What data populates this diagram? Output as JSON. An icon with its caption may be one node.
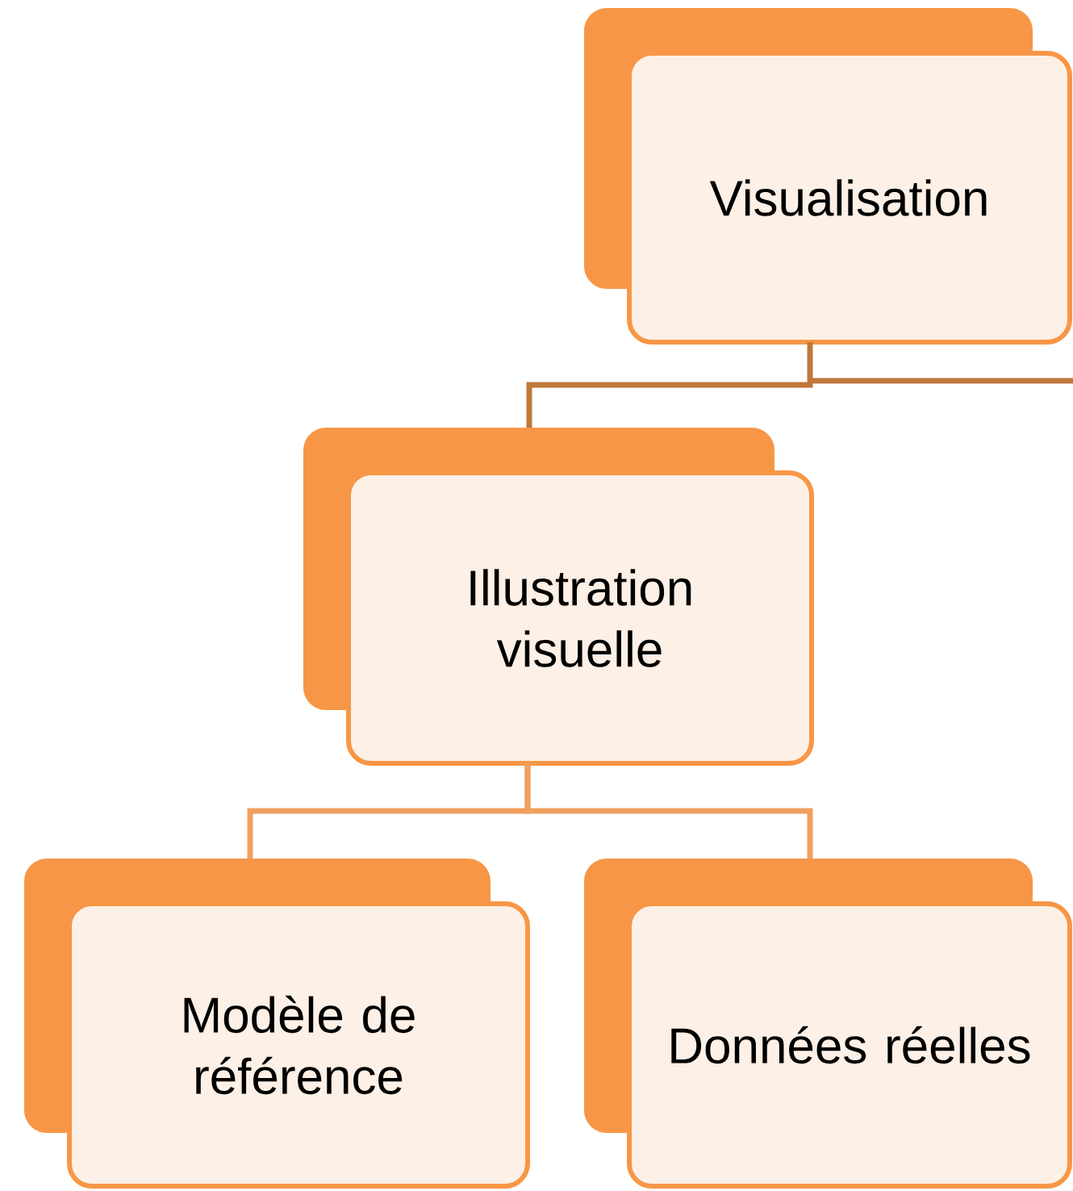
{
  "diagram": {
    "nodes": [
      {
        "text": [
          "Visualisation"
        ]
      },
      {
        "text": [
          "Illustration visuelle"
        ]
      },
      {
        "text": [
          "Modèle de référence"
        ]
      },
      {
        "text": [
          "Données réelles"
        ]
      }
    ],
    "edges": [
      {
        "from": 0,
        "to": 1,
        "arrow": "none",
        "color": "#c0773a"
      },
      {
        "from": 1,
        "to": 2,
        "arrow": "none"
      },
      {
        "from": 1,
        "to": 3,
        "arrow": "none"
      }
    ]
  }
}
